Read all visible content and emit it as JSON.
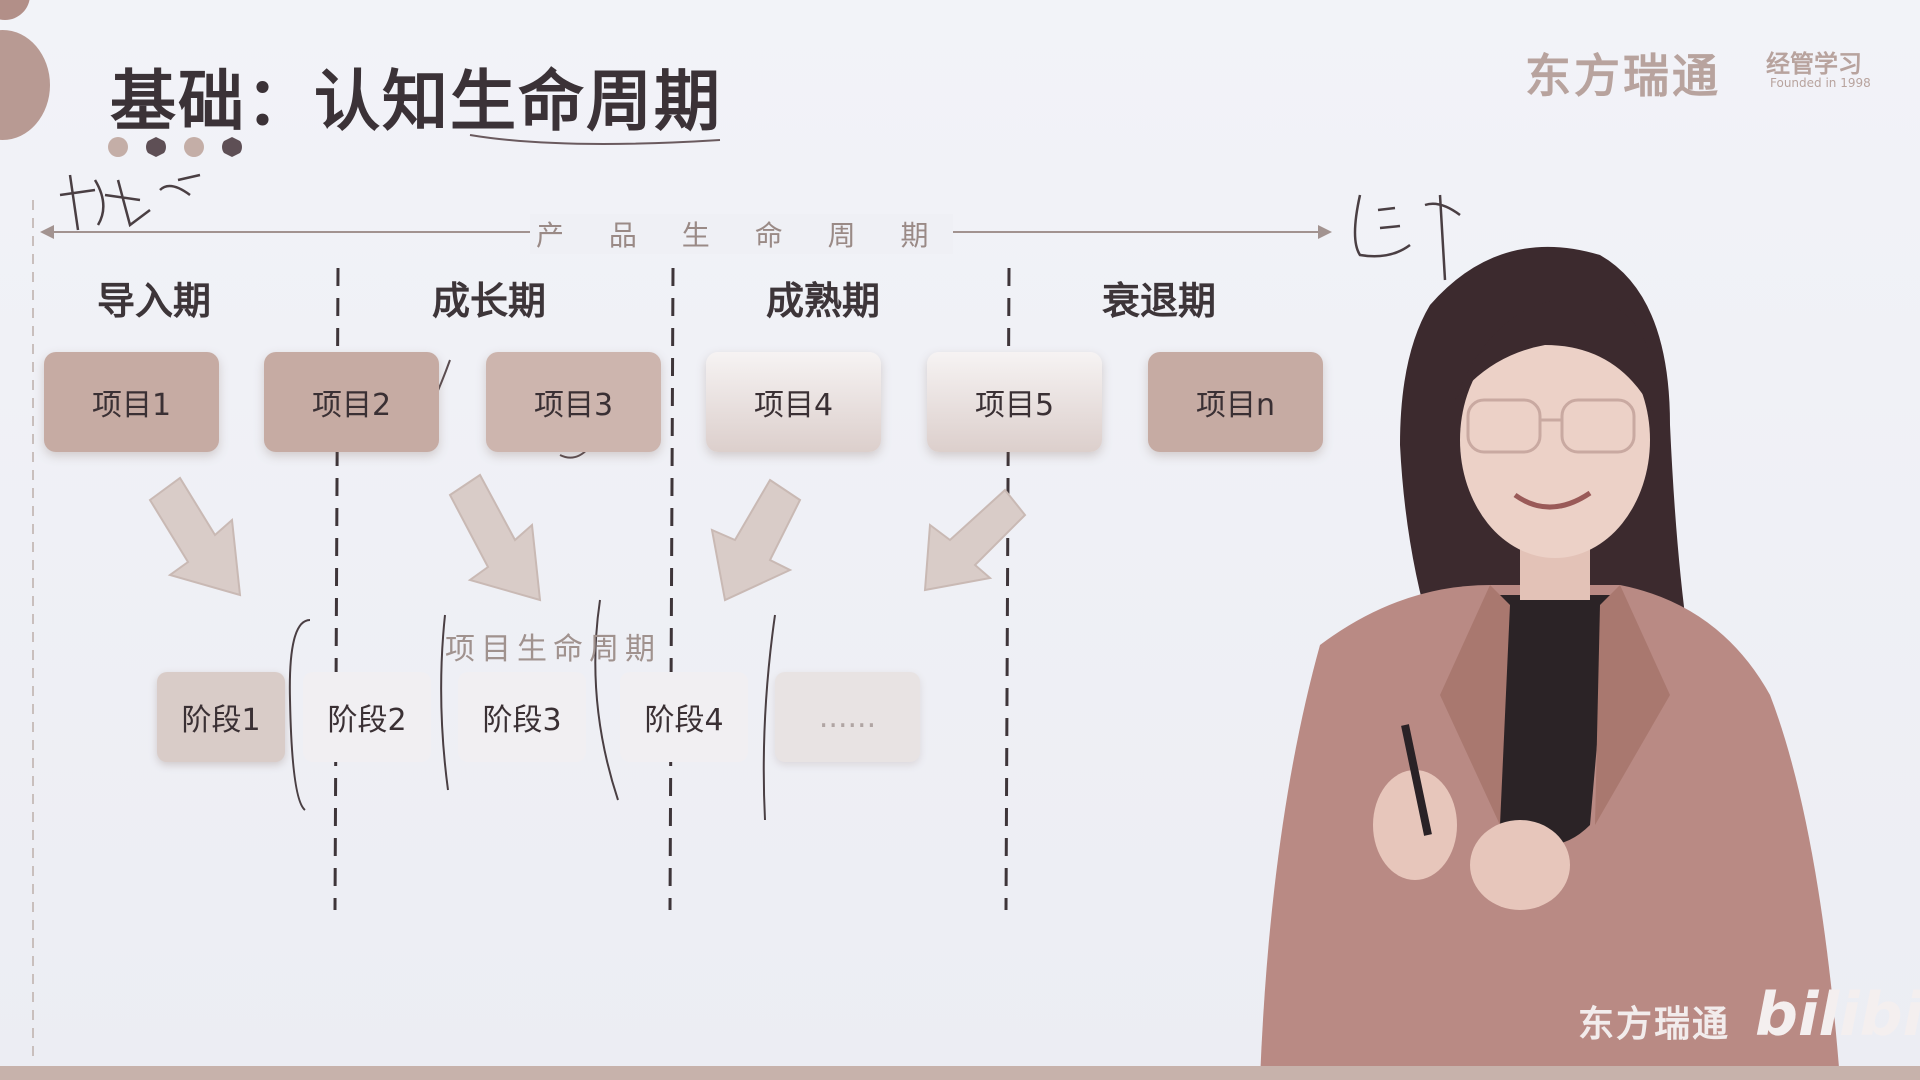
{
  "slide": {
    "title": "基础：认知生命周期",
    "brand": {
      "name": "东方瑞通",
      "sub": "经管学习",
      "tagline": "Founded in 1998"
    },
    "product_lifecycle_label": "产 品 生 命 周 期",
    "project_lifecycle_label": "项目生命周期",
    "phases": [
      "导入期",
      "成长期",
      "成熟期",
      "衰退期"
    ],
    "projects": [
      "项目1",
      "项目2",
      "项目3",
      "项目4",
      "项目5",
      "项目n"
    ],
    "stages": [
      "阶段1",
      "阶段2",
      "阶段3",
      "阶段4",
      "......"
    ],
    "annotations": {
      "left": "概念",
      "right": "退市"
    }
  },
  "watermark": {
    "text": "东方瑞通",
    "logo": "bilibili"
  },
  "colors": {
    "accent": "#c6aba3",
    "title": "#3b3237",
    "background": "#eef0f6"
  }
}
